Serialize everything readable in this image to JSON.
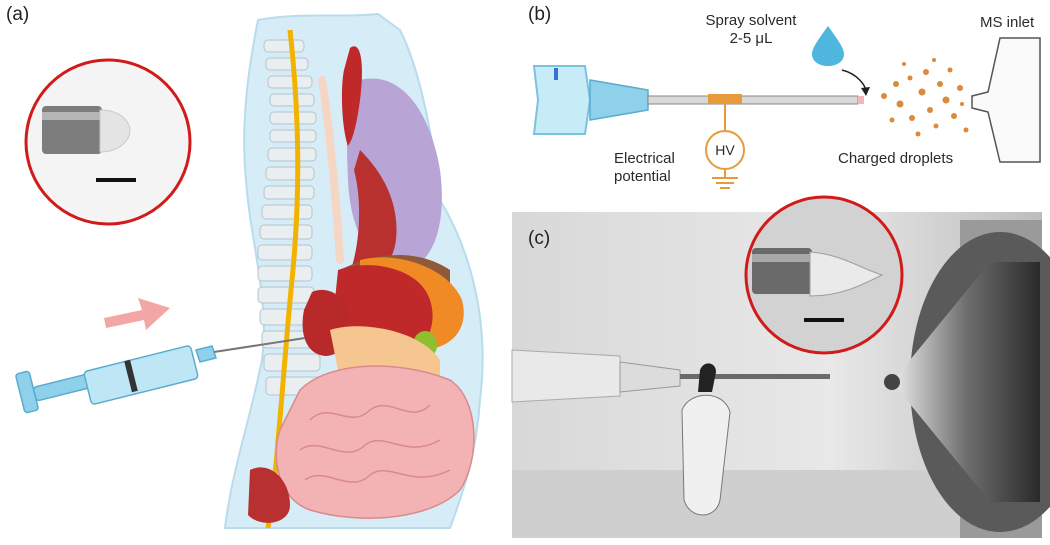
{
  "panel_a": {
    "label": "(a)"
  },
  "panel_b": {
    "label": "(b)",
    "spray_solvent_line1": "Spray solvent",
    "spray_solvent_line2": "2-5 μL",
    "ms_inlet": "MS inlet",
    "hv": "HV",
    "electrical_line1": "Electrical",
    "electrical_line2": "potential",
    "charged_droplets": "Charged droplets"
  },
  "panel_c": {
    "label": "(c)"
  },
  "colors": {
    "body_outline": "#cfe8f4",
    "spine_cord": "#f2b300",
    "liver": "#c0292a",
    "lung": "#b9a4d6",
    "stomach": "#f08a24",
    "intestine": "#f3b2b4",
    "syringe": "#8fd1ea",
    "arrow": "#f2a7a4",
    "inset_ring": "#d11a1a",
    "droplet": "#d98a3a",
    "hv_orange": "#e69a3b"
  },
  "icons": [
    "magnifier-inset",
    "syringe",
    "insertion-arrow",
    "needle-electrode",
    "ground-symbol",
    "solvent-drop",
    "ms-inlet-cone"
  ]
}
